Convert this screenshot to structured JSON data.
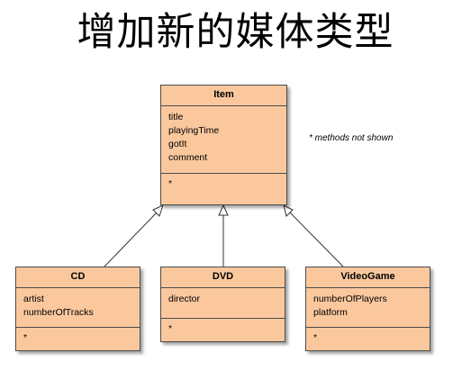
{
  "title": "增加新的媒体类型",
  "note": "* methods not shown",
  "classes": {
    "item": {
      "name": "Item",
      "fields": [
        "title",
        "playingTime",
        "gotIt",
        "comment"
      ],
      "methods": "*"
    },
    "cd": {
      "name": "CD",
      "fields": [
        "artist",
        "numberOfTracks"
      ],
      "methods": "*"
    },
    "dvd": {
      "name": "DVD",
      "fields": [
        "director"
      ],
      "methods": "*"
    },
    "videogame": {
      "name": "VideoGame",
      "fields": [
        "numberOfPlayers",
        "platform"
      ],
      "methods": "*"
    }
  },
  "relations": [
    {
      "from": "CD",
      "to": "Item",
      "type": "inheritance"
    },
    {
      "from": "DVD",
      "to": "Item",
      "type": "inheritance"
    },
    {
      "from": "VideoGame",
      "to": "Item",
      "type": "inheritance"
    }
  ]
}
